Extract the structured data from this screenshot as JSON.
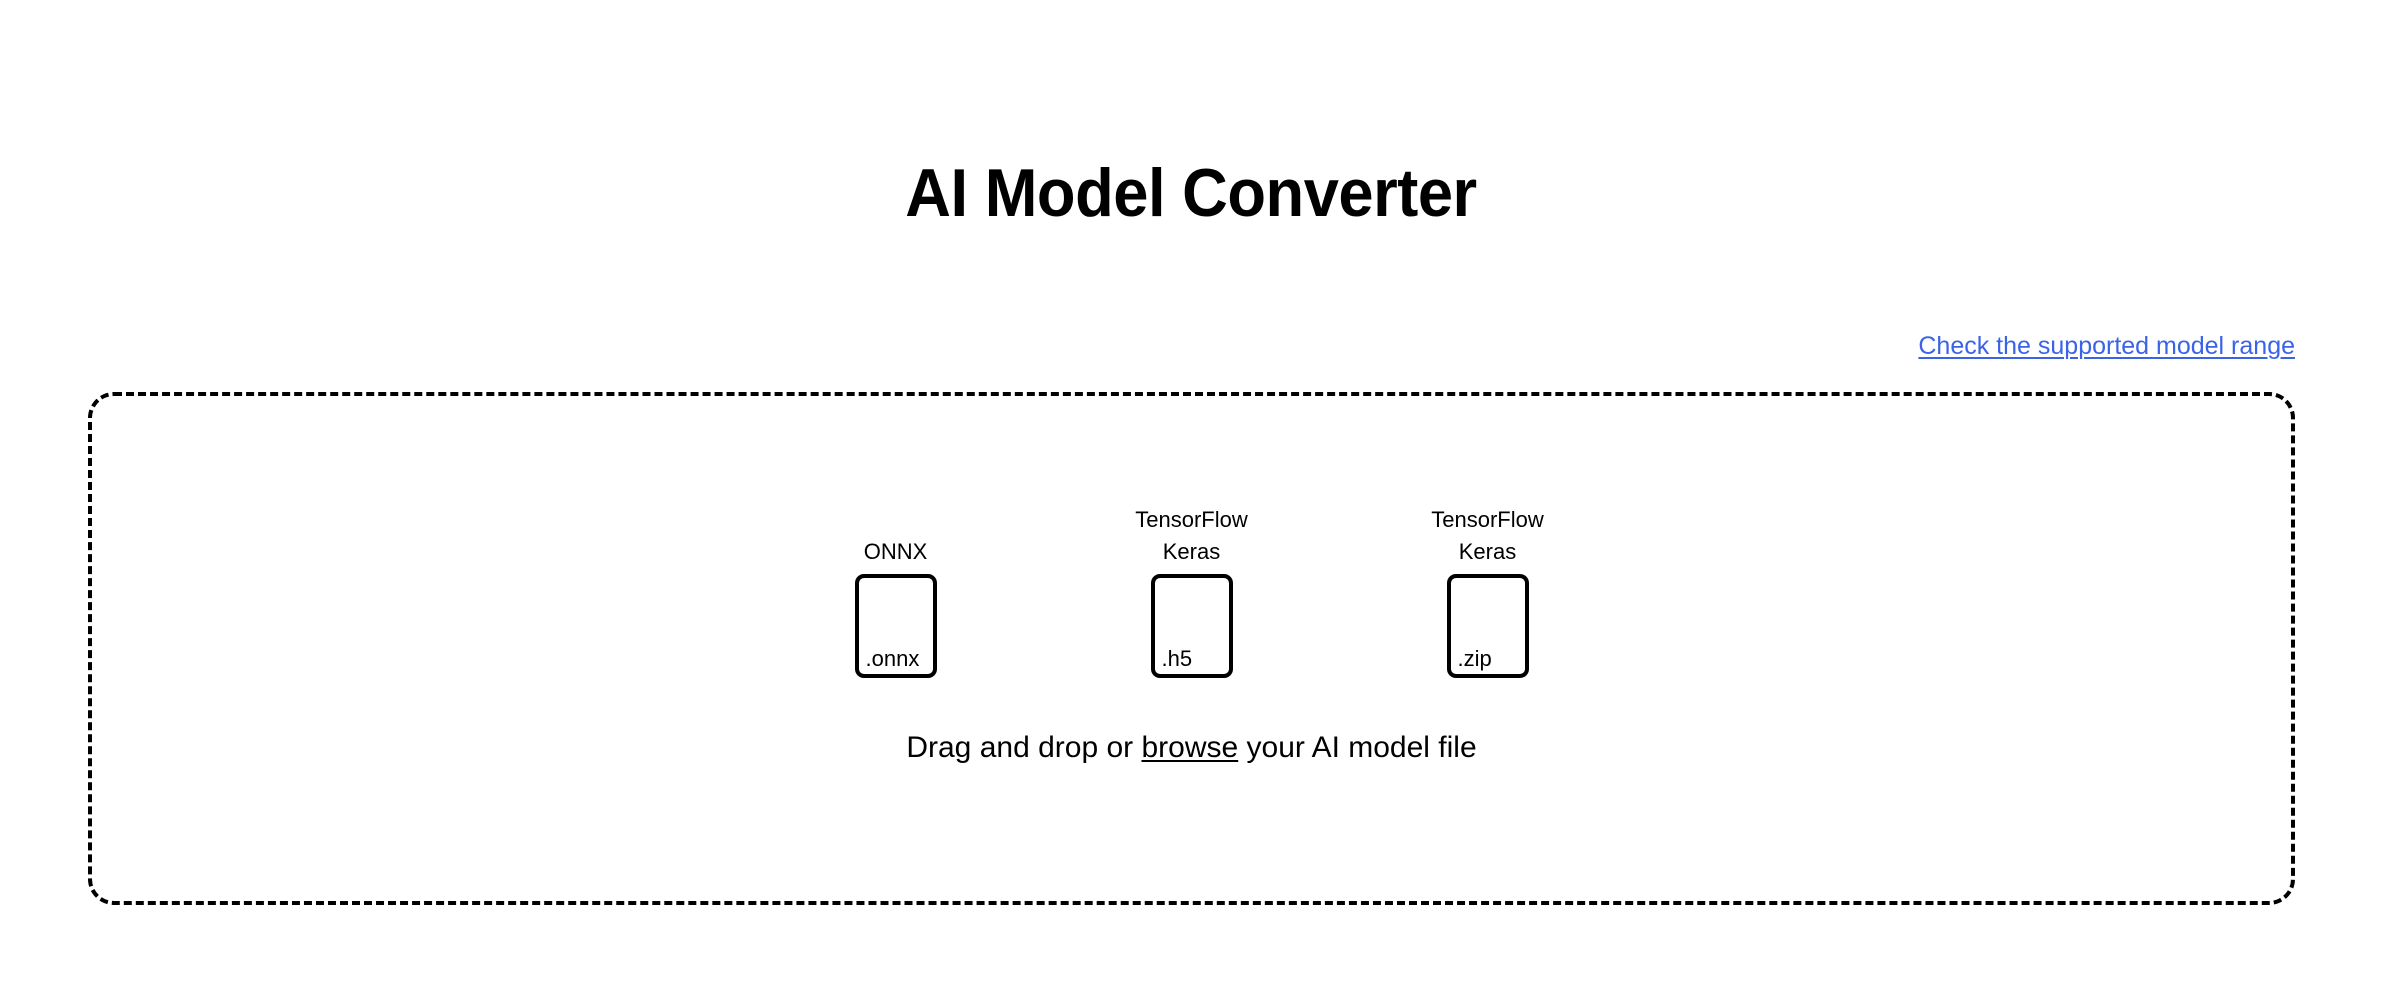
{
  "page": {
    "title": "AI Model Converter",
    "background_color": "#ffffff"
  },
  "links": {
    "supported_model_range": "Check the supported model range",
    "supported_model_range_color": "#3b63e8"
  },
  "dropzone": {
    "border_style": "dashed",
    "border_color": "#000000",
    "filetypes": [
      {
        "label": "ONNX",
        "extension": ".onnx",
        "icon": "file-document-icon"
      },
      {
        "label": "TensorFlow\nKeras",
        "extension": ".h5",
        "icon": "file-document-icon"
      },
      {
        "label": "TensorFlow\nKeras",
        "extension": ".zip",
        "icon": "file-document-icon"
      }
    ],
    "hint_prefix": "Drag and drop or ",
    "hint_browse": "browse",
    "hint_suffix": " your AI model file"
  }
}
